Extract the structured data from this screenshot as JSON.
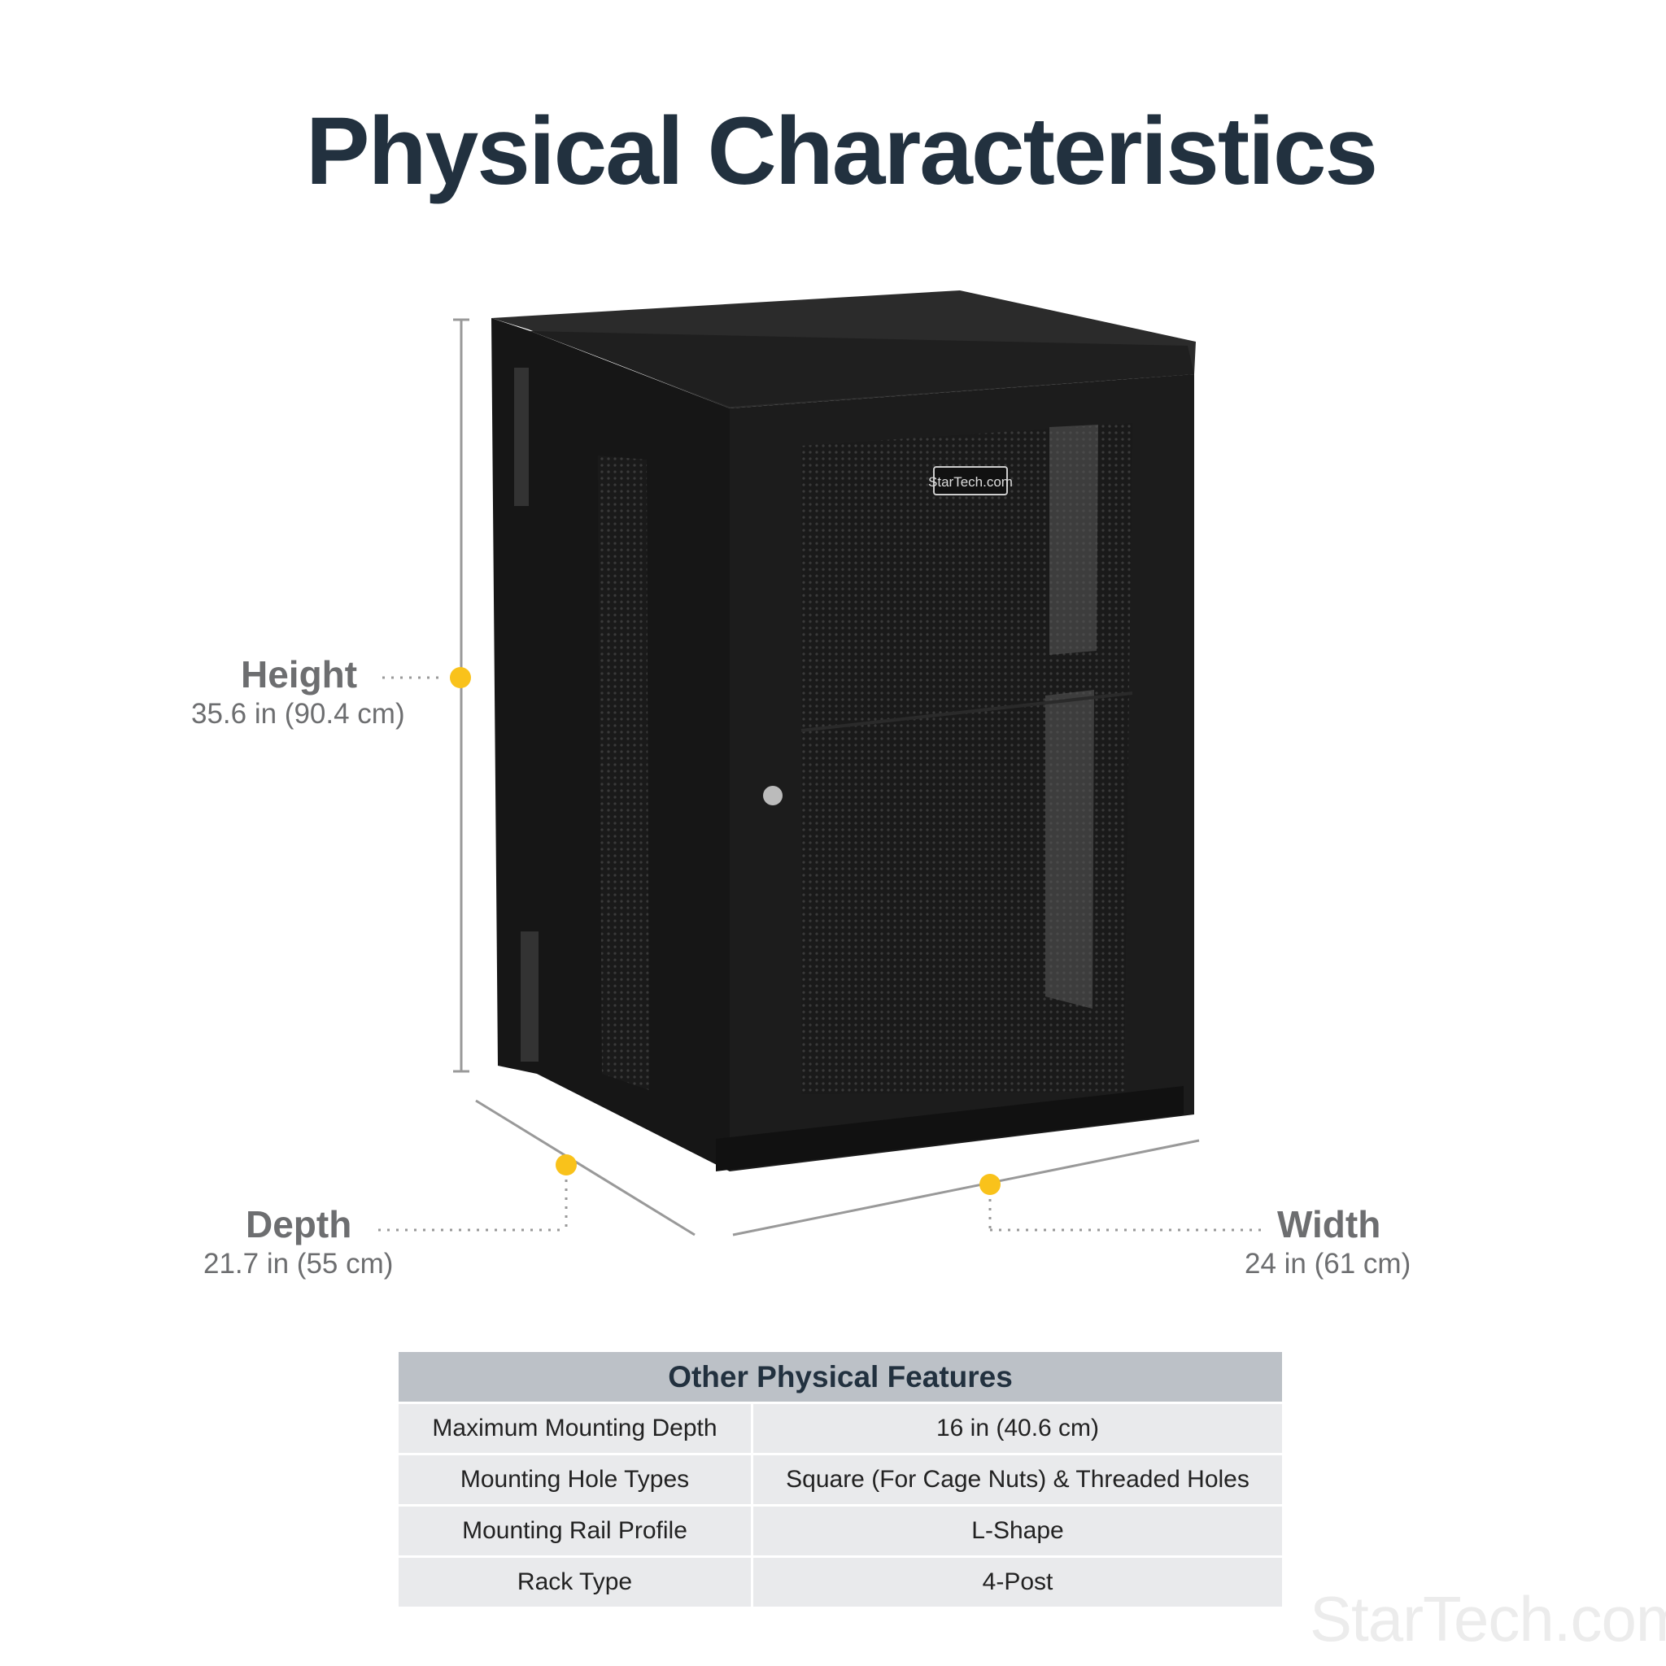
{
  "title": "Physical Characteristics",
  "dimensions": {
    "height": {
      "label": "Height",
      "value": "35.6 in (90.4 cm)"
    },
    "depth": {
      "label": "Depth",
      "value": "21.7 in (55 cm)"
    },
    "width": {
      "label": "Width",
      "value": "24 in (61 cm)"
    }
  },
  "product_badge": "StarTech.com",
  "table": {
    "header": "Other Physical Features",
    "rows": [
      {
        "feature": "Maximum Mounting Depth",
        "value": "16 in (40.6 cm)"
      },
      {
        "feature": "Mounting Hole Types",
        "value": "Square (For Cage Nuts) & Threaded Holes"
      },
      {
        "feature": "Mounting Rail Profile",
        "value": "L-Shape"
      },
      {
        "feature": "Rack Type",
        "value": "4-Post"
      }
    ]
  },
  "watermark": "StarTech.com",
  "colors": {
    "accent_dot": "#f9c21b",
    "title": "#22313f",
    "label": "#6d6e70"
  }
}
